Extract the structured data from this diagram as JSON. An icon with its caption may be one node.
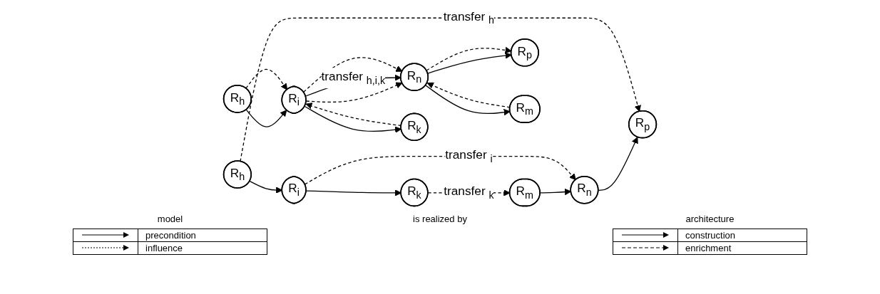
{
  "diagram": {
    "nodes": [
      {
        "text": [
          "R$_{h}$"
        ]
      },
      {
        "text": [
          "R$_{p}$"
        ]
      },
      {
        "text": [
          "R$_{i}$"
        ]
      },
      {
        "text": [
          "R$_{n}$"
        ]
      },
      {
        "text": [
          "R$_{k}$"
        ]
      },
      {
        "text": [
          "R$_{m}$"
        ]
      },
      {
        "text": [
          "R$_{h}$"
        ]
      },
      {
        "text": [
          "R$_{p}$"
        ]
      },
      {
        "text": [
          "R$_{i}$"
        ]
      },
      {
        "text": [
          "R$_{n}$"
        ]
      },
      {
        "text": [
          "R$_{k}$"
        ]
      },
      {
        "text": [
          "R$_{m}$"
        ]
      }
    ],
    "edges": [
      {
        "from": 0,
        "to": 2,
        "arrow": "to"
      },
      {
        "from": 2,
        "to": 4,
        "arrow": "to"
      },
      {
        "from": 5,
        "to": 3,
        "arrow": "to"
      },
      {
        "from": 3,
        "to": 1,
        "arrow": "to"
      },
      {
        "from": 0,
        "to": 1,
        "arrow": "to",
        "style": "dashed",
        "label": "transfer $_{h}$"
      },
      {
        "from": 2,
        "to": 3,
        "arrow": "to",
        "style": "dashed",
        "label": "transfer $_{i}$"
      },
      {
        "from": 4,
        "to": 5,
        "arrow": "to",
        "style": "dashed",
        "label": "transfer $_{k}$"
      },
      {
        "from": 6,
        "to": 8,
        "arrow": "to"
      },
      {
        "from": 6,
        "to": 8,
        "arrow": "to",
        "style": "dashed"
      },
      {
        "from": 8,
        "to": 10,
        "arrow": "to"
      },
      {
        "from": 10,
        "to": 8,
        "arrow": "to",
        "style": "dashed"
      },
      {
        "from": 8,
        "to": 9,
        "arrow": "to",
        "style": "dashed"
      },
      {
        "from": 8,
        "to": 9,
        "arrow": "to",
        "label": "transfer $_{h,i,k}$"
      },
      {
        "from": 8,
        "to": 9,
        "arrow": "to",
        "style": "dashed"
      },
      {
        "from": 9,
        "to": 7,
        "arrow": "to"
      },
      {
        "from": 9,
        "to": 7,
        "arrow": "to",
        "style": "dashed"
      },
      {
        "from": 9,
        "to": 11,
        "arrow": "to"
      },
      {
        "from": 11,
        "to": 9,
        "arrow": "to",
        "style": "dashed"
      }
    ],
    "labels": [
      "model",
      "is realized by",
      "architecture"
    ],
    "legend": [
      {
        "text": "precondition"
      },
      {
        "text": "influence"
      },
      {
        "text": "construction"
      },
      {
        "text": "enrichment"
      }
    ]
  }
}
